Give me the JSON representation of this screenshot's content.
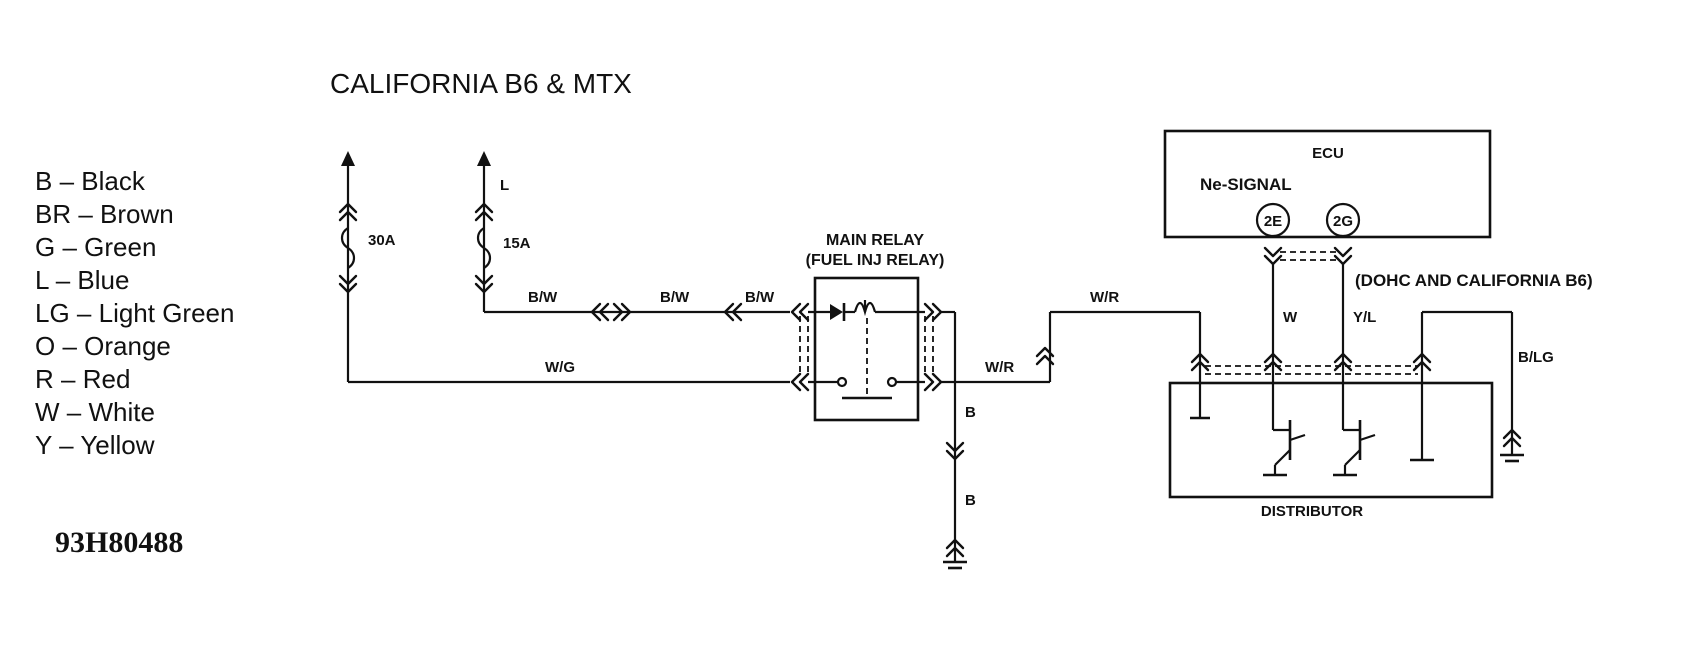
{
  "title": "CALIFORNIA B6 & MTX",
  "legend": [
    {
      "code": "B",
      "name": "Black"
    },
    {
      "code": "BR",
      "name": "Brown"
    },
    {
      "code": "G",
      "name": "Green"
    },
    {
      "code": "L",
      "name": "Blue"
    },
    {
      "code": "LG",
      "name": "Light Green"
    },
    {
      "code": "O",
      "name": "Orange"
    },
    {
      "code": "R",
      "name": "Red"
    },
    {
      "code": "W",
      "name": "White"
    },
    {
      "code": "Y",
      "name": "Yellow"
    }
  ],
  "figure_code": "93H80488",
  "fuses": {
    "left_rating": "30A",
    "right_rating": "15A",
    "right_wire": "L"
  },
  "relay": {
    "line1": "MAIN RELAY",
    "line2": "(FUEL INJ RELAY)"
  },
  "ecu": {
    "label": "ECU",
    "signal": "Ne-SIGNAL",
    "pin1": "2E",
    "pin2": "2G"
  },
  "note": "(DOHC AND CALIFORNIA B6)",
  "distributor": {
    "label": "DISTRIBUTOR"
  },
  "wires": {
    "bw": "B/W",
    "wg": "W/G",
    "wr": "W/R",
    "b": "B",
    "w": "W",
    "yl": "Y/L",
    "blg": "B/LG"
  }
}
